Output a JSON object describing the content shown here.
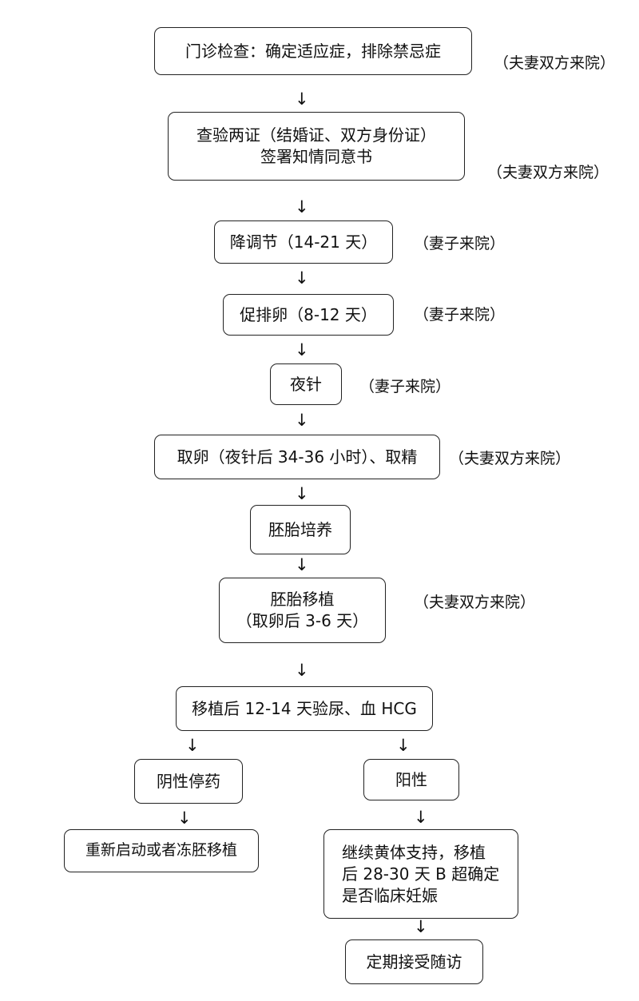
{
  "steps": {
    "s1": {
      "text": "门诊检查：确定适应症，排除禁忌症",
      "note": "（夫妻双方来院）"
    },
    "s2": {
      "line1": "查验两证（结婚证、双方身份证）",
      "line2": "签署知情同意书",
      "note": "（夫妻双方来院）"
    },
    "s3": {
      "text": "降调节（14-21 天）",
      "note": "（妻子来院）"
    },
    "s4": {
      "text": "促排卵（8-12 天）",
      "note": "（妻子来院）"
    },
    "s5": {
      "text": "夜针",
      "note": "（妻子来院）"
    },
    "s6": {
      "text": "取卵（夜针后 34-36 小时）、取精",
      "note": "（夫妻双方来院）"
    },
    "s7": {
      "text": "胚胎培养"
    },
    "s8": {
      "line1": "胚胎移植",
      "line2": "（取卵后 3-6 天）",
      "note": "（夫妻双方来院）"
    },
    "s9": {
      "text": "移植后 12-14 天验尿、血 HCG"
    },
    "negative": {
      "text": "阴性停药",
      "next": "重新启动或者冻胚移植"
    },
    "positive": {
      "text": "阳性",
      "next_line1": "继续黄体支持，移植",
      "next_line2": "后 28-30 天 B 超确定",
      "next_line3": "是否临床妊娠",
      "final": "定期接受随访"
    }
  },
  "arrow_glyph": "↓"
}
